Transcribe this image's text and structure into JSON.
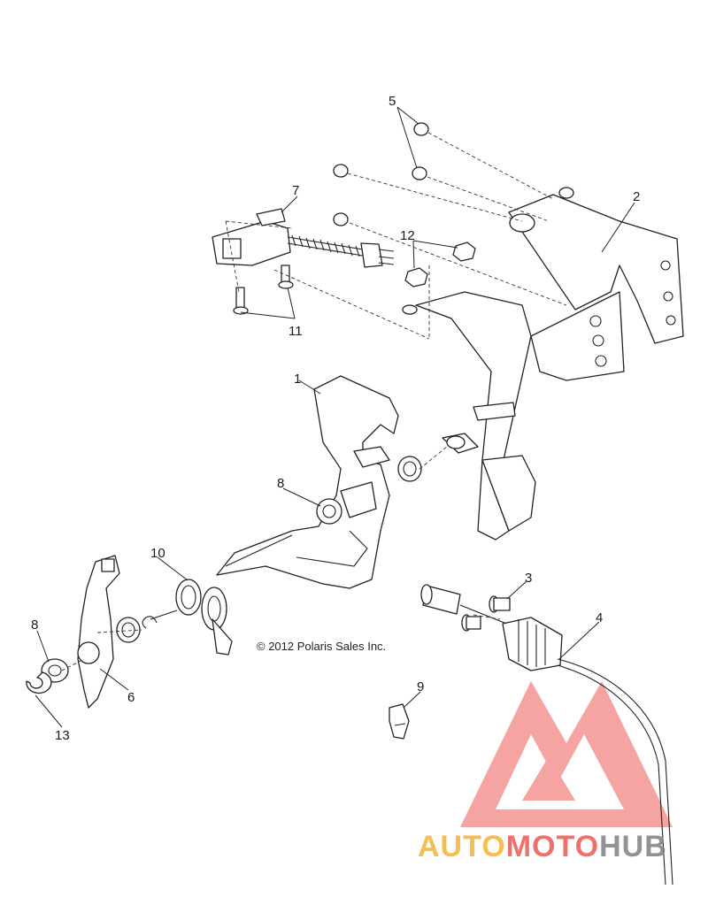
{
  "copyright": "© 2012 Polaris Sales Inc.",
  "callouts": [
    {
      "id": "c1",
      "label": "1"
    },
    {
      "id": "c2",
      "label": "2"
    },
    {
      "id": "c3",
      "label": "3"
    },
    {
      "id": "c4",
      "label": "4"
    },
    {
      "id": "c5",
      "label": "5"
    },
    {
      "id": "c6",
      "label": "6"
    },
    {
      "id": "c7",
      "label": "7"
    },
    {
      "id": "c8a",
      "label": "8"
    },
    {
      "id": "c8b",
      "label": "8"
    },
    {
      "id": "c9",
      "label": "9"
    },
    {
      "id": "c10",
      "label": "10"
    },
    {
      "id": "c11",
      "label": "11"
    },
    {
      "id": "c12",
      "label": "12"
    },
    {
      "id": "c13",
      "label": "13"
    }
  ],
  "watermark": {
    "part1": "AUTO",
    "part2": "MOTO",
    "part3": "HUB",
    "color_orange": "#f5b335",
    "color_red": "#e8413a",
    "color_gray": "#7f7f7f"
  }
}
